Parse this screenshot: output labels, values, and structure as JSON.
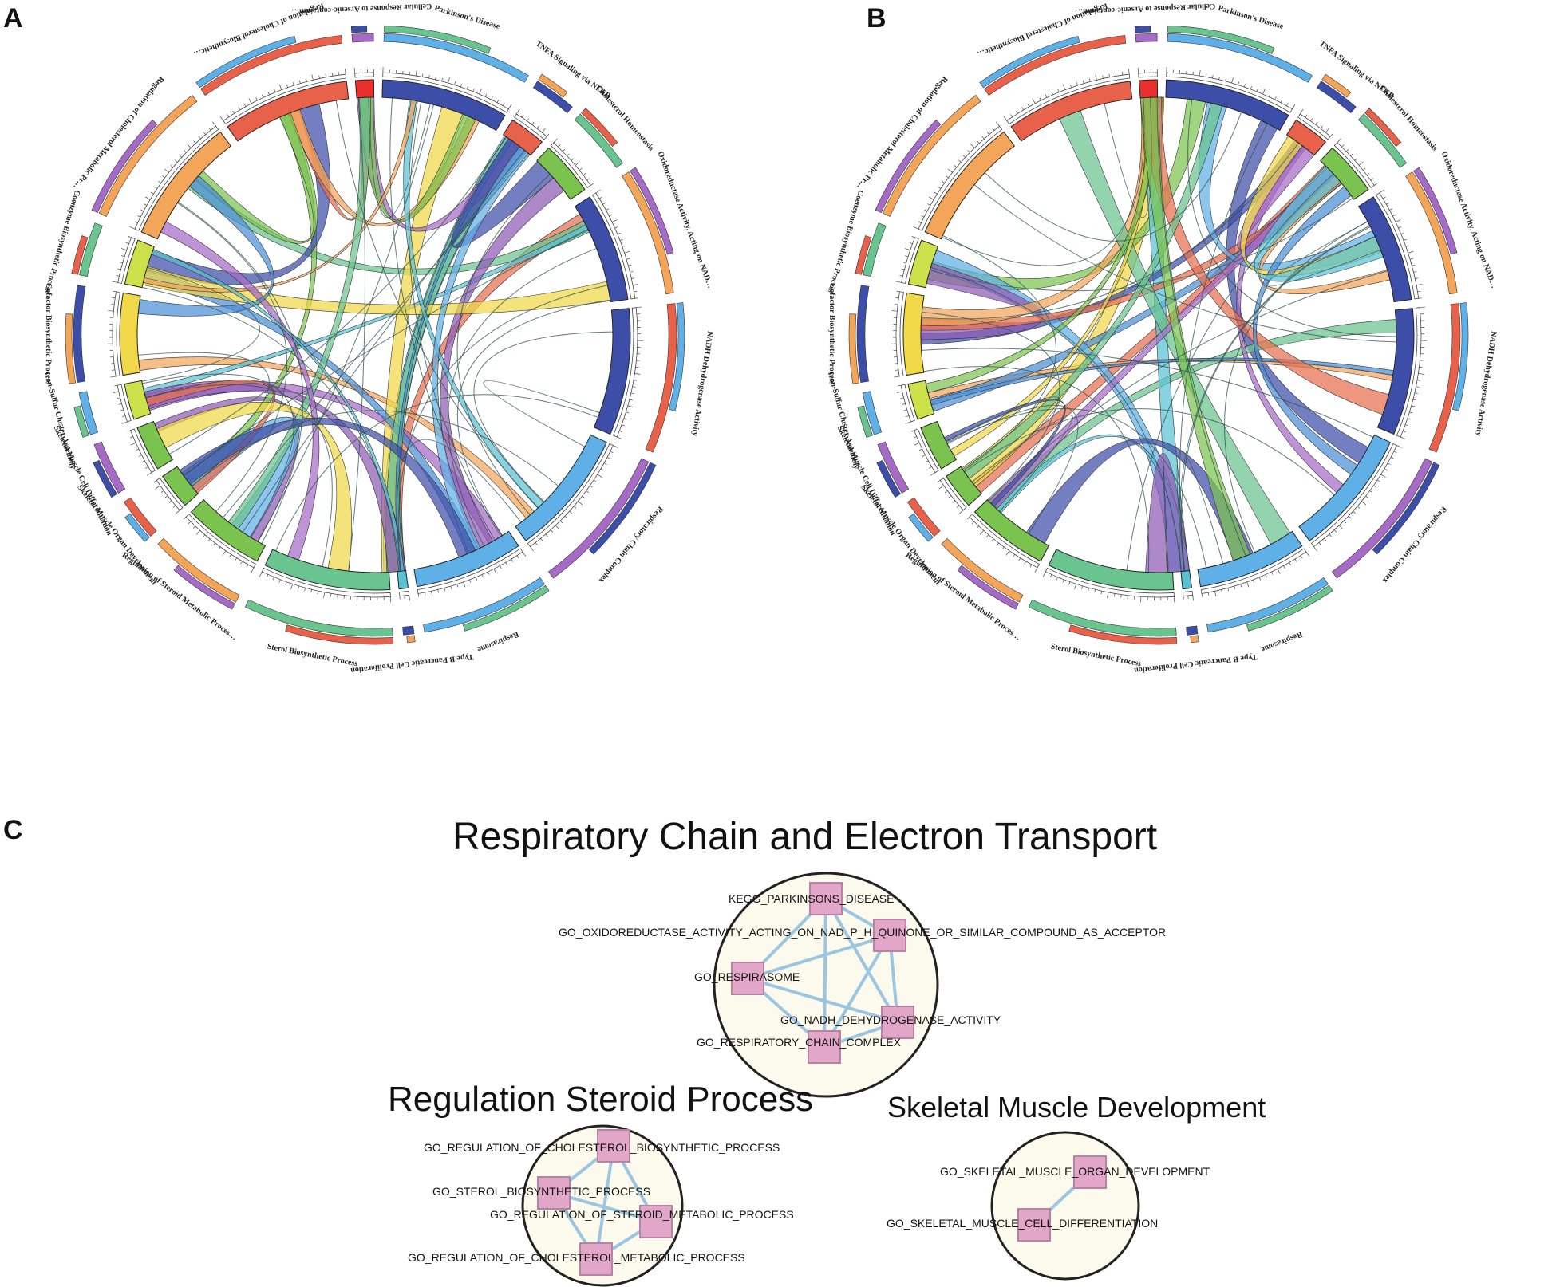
{
  "panel_labels": {
    "a": "A",
    "b": "B",
    "c": "C"
  },
  "chord_labels": [
    "Parkinson's Disease",
    "TNFA Signaling via NFKB",
    "Cholesterol Homeostasis",
    "Oxidoreductase Activity, Acting on NAD(P)H, Quinone or Similar Compound as Acceptor",
    "NADH Dehydrogenase Activity",
    "Respiratory Chain Complex",
    "Respirasome",
    "Type B Pancreatic Cell Proliferation",
    "Sterol Biosynthetic Process",
    "Regulation of Steroid Metabolic Process",
    "Skeletal Muscle Organ Development",
    "Skeletal Muscle Cell Differentiation",
    "Iron-Sulfur Cluster Assembly",
    "Cofactor Biosynthetic Process",
    "Coenzyme Biosynthetic Process",
    "Regulation of Cholesterol Metabolic Process",
    "Regulation of Cholesterol Biosynthetic Process",
    "Cellular Response to Arsenic-containing Substance"
  ],
  "chord_colors": [
    "#3d4ea8",
    "#5fb0e6",
    "#8e5bb5",
    "#e86f4f",
    "#f3a55a",
    "#6ac48f",
    "#a66bc6",
    "#f0d848",
    "#7bc34f",
    "#4b8fd6",
    "#59c2d4"
  ],
  "clusters": [
    {
      "title": "Respiratory Chain and Electron Transport",
      "nodes": [
        "KEGG_PARKINSONS_DISEASE",
        "GO_OXIDOREDUCTASE_ACTIVITY_ACTING_ON_NAD_P_H_QUINONE_OR_SIMILAR_COMPOUND_AS_ACCEPTOR",
        "GO_RESPIRASOME",
        "GO_NADH_DEHYDROGENASE_ACTIVITY",
        "GO_RESPIRATORY_CHAIN_COMPLEX"
      ]
    },
    {
      "title": "Regulation Steroid Process",
      "nodes": [
        "GO_REGULATION_OF_CHOLESTEROL_BIOSYNTHETIC_PROCESS",
        "GO_STEROL_BIOSYNTHETIC_PROCESS",
        "GO_REGULATION_OF_STEROID_METABOLIC_PROCESS",
        "GO_REGULATION_OF_CHOLESTEROL_METABOLIC_PROCESS"
      ]
    },
    {
      "title": "Skeletal Muscle Development",
      "nodes": [
        "GO_SKELETAL_MUSCLE_ORGAN_DEVELOPMENT",
        "GO_SKELETAL_MUSCLE_CELL_DIFFERENTIATION"
      ]
    }
  ]
}
